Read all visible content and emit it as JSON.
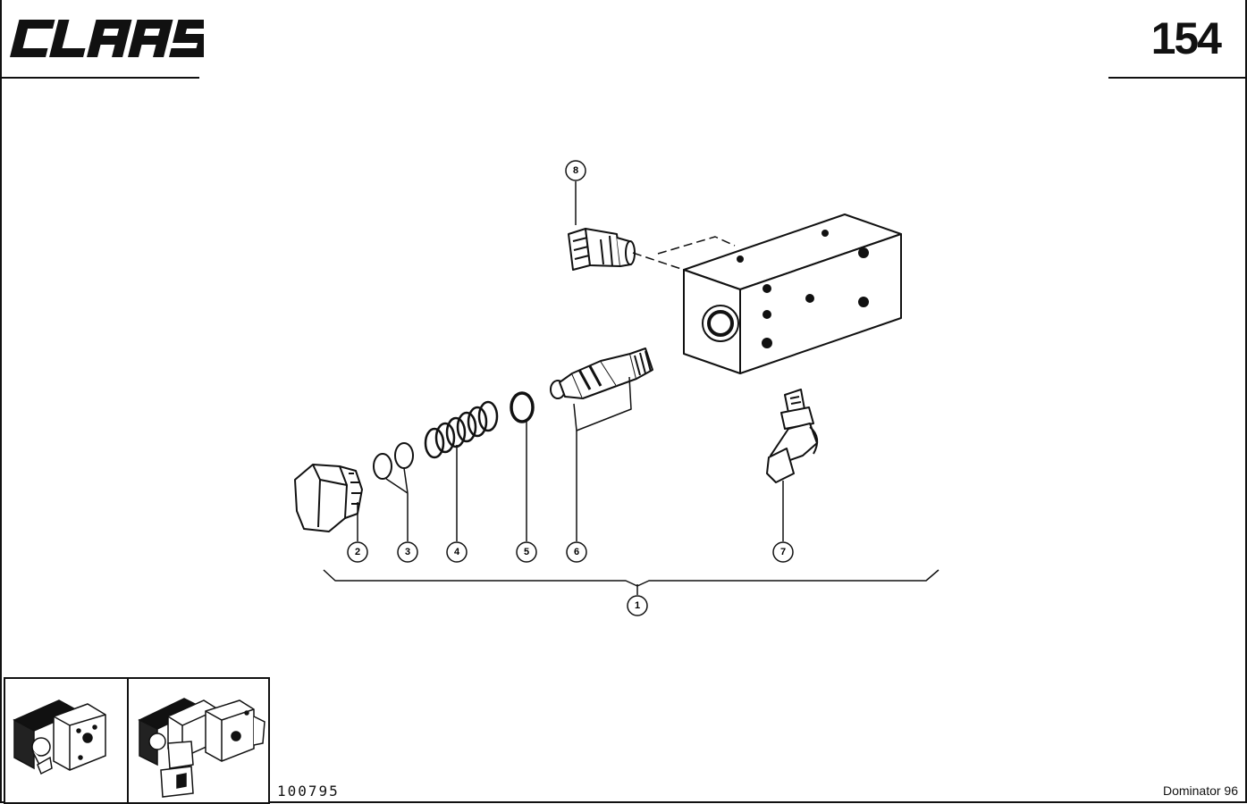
{
  "header": {
    "logo_text": "CLAAS",
    "page_number": "154"
  },
  "footer": {
    "drawing_number": "100795",
    "model": "Dominator 96"
  },
  "callouts": [
    {
      "label": "8"
    },
    {
      "label": "2"
    },
    {
      "label": "3"
    },
    {
      "label": "4"
    },
    {
      "label": "5"
    },
    {
      "label": "6"
    },
    {
      "label": "7"
    },
    {
      "label": "1"
    }
  ],
  "colors": {
    "ink": "#111111",
    "paper": "#ffffff"
  }
}
